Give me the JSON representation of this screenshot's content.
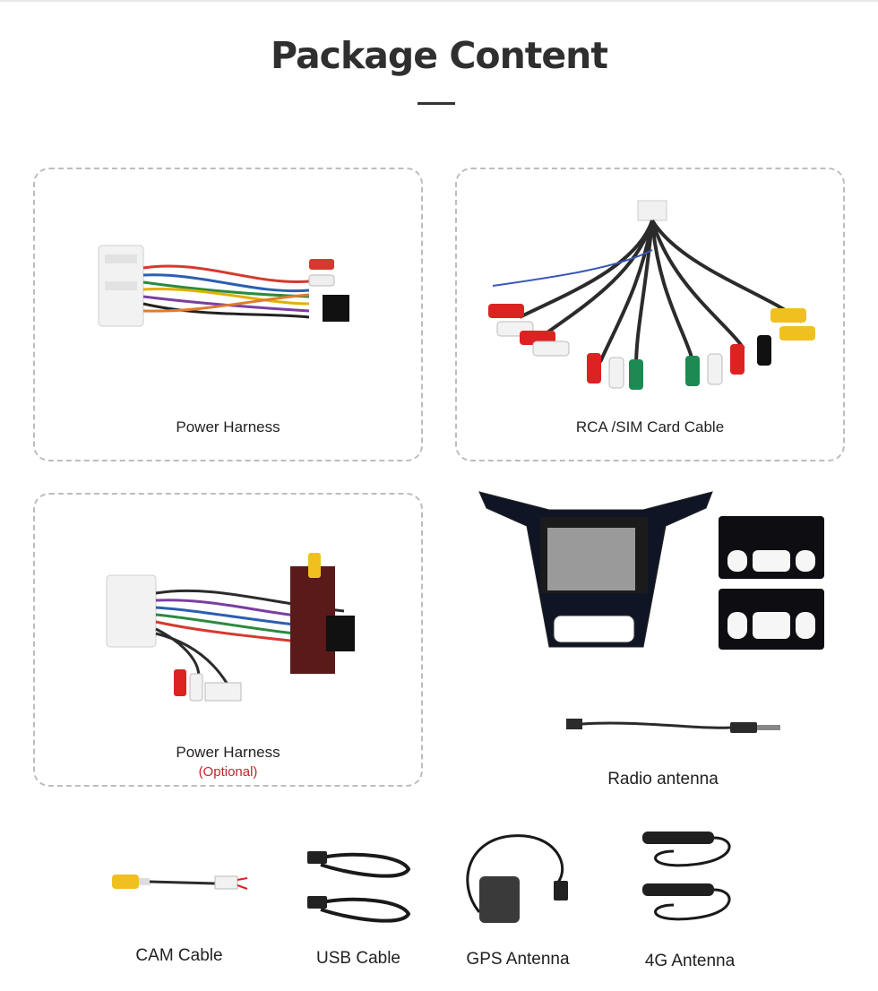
{
  "page": {
    "title": "Package Content"
  },
  "items": {
    "power_harness": {
      "label": "Power Harness"
    },
    "rca_cable": {
      "label": "RCA /SIM Card Cable"
    },
    "power_harness_optional": {
      "label": "Power Harness",
      "note": "(Optional)"
    },
    "radio_antenna": {
      "label": "Radio antenna"
    },
    "cam_cable": {
      "label": "CAM Cable"
    },
    "usb_cable": {
      "label": "USB Cable"
    },
    "gps_antenna": {
      "label": "GPS Antenna"
    },
    "antenna_4g": {
      "label": "4G Antenna"
    }
  },
  "colors": {
    "title": "#2f2f2f",
    "optional_note": "#c0262c",
    "dashed_border": "#bdbdbd"
  }
}
